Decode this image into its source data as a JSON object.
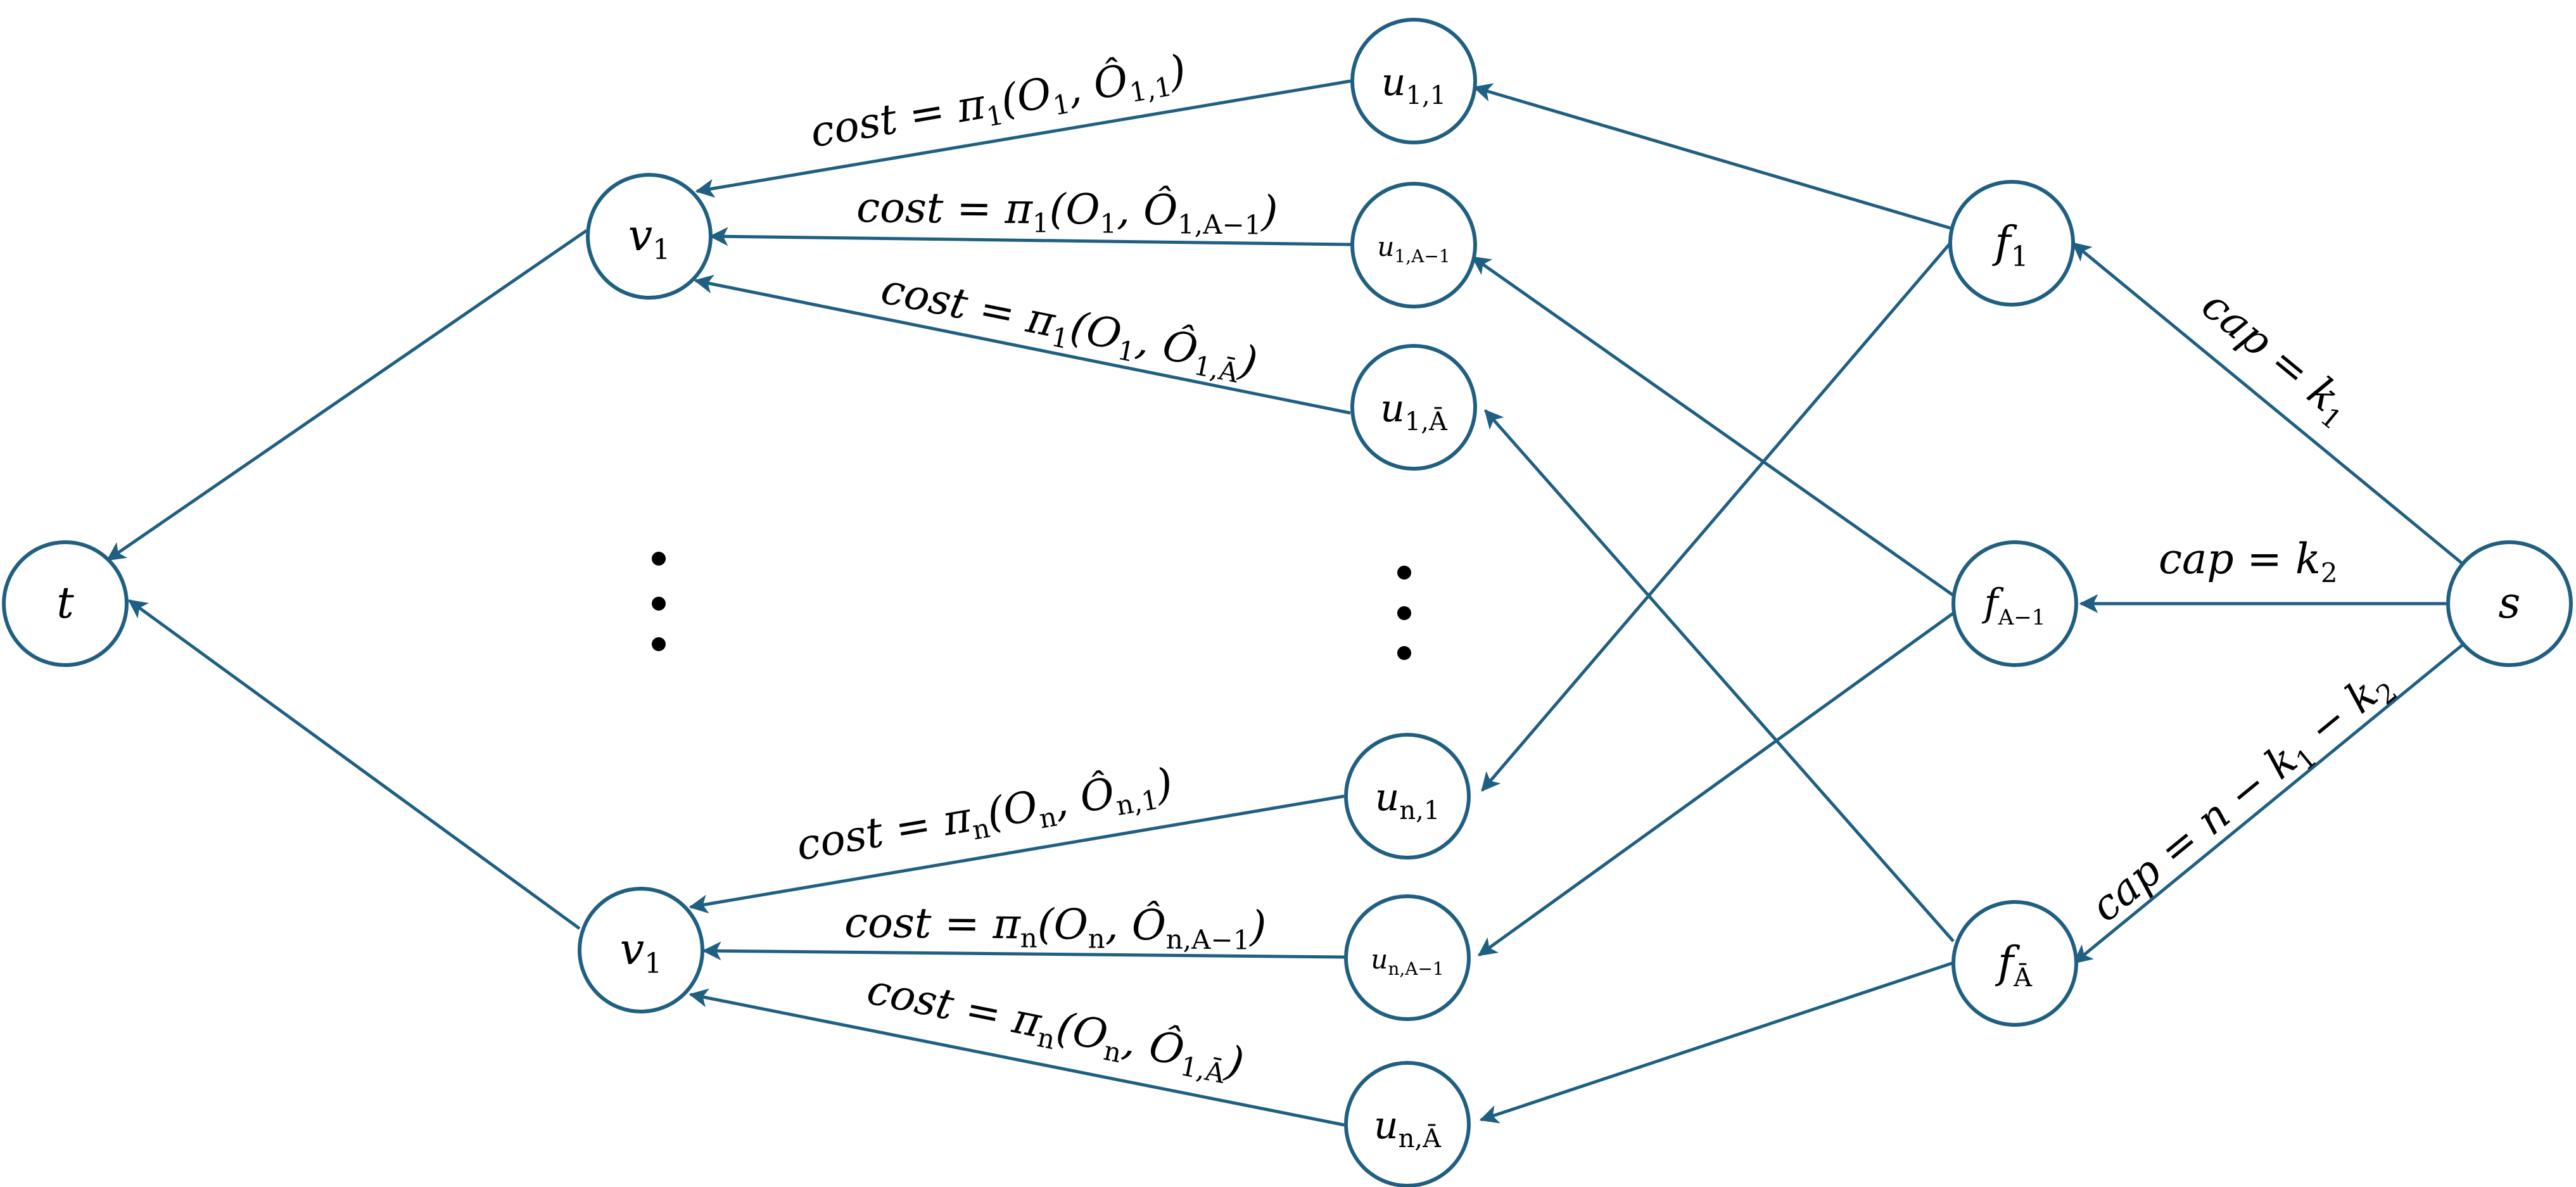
{
  "colors": {
    "edge": "#1f5f82",
    "node_fill": "#ffffff",
    "text": "#000000"
  },
  "nodes": {
    "t": {
      "base": "t"
    },
    "v1_top": {
      "base": "v",
      "sub": "1"
    },
    "v1_bot": {
      "base": "v",
      "sub": "1"
    },
    "u11": {
      "base": "u",
      "sub": "1,1"
    },
    "u1A1": {
      "base": "u",
      "sub": "1,A−1"
    },
    "u1Ab": {
      "base": "u",
      "sub": "1,Ā"
    },
    "un1": {
      "base": "u",
      "sub": "n,1"
    },
    "unA1": {
      "base": "u",
      "sub": "n,A−1"
    },
    "unAb": {
      "base": "u",
      "sub": "n,Ā"
    },
    "f1": {
      "base": "f",
      "sub": "1"
    },
    "fA1": {
      "base": "f",
      "sub": "A−1"
    },
    "fAb": {
      "base": "f",
      "sub": "Ā"
    },
    "s": {
      "base": "s"
    }
  },
  "edge_labels": {
    "c1": {
      "pre": "cost = π",
      "pi_sub": "1",
      "mid": "(O",
      "o_sub": "1",
      "comma": ", Ô",
      "hat_sub": "1,1",
      "close": ")"
    },
    "c2": {
      "pre": "cost = π",
      "pi_sub": "1",
      "mid": "(O",
      "o_sub": "1",
      "comma": ", Ô",
      "hat_sub": "1,A−1",
      "close": ")"
    },
    "c3": {
      "pre": "cost = π",
      "pi_sub": "1",
      "mid": "(O",
      "o_sub": "1",
      "comma": ", Ô",
      "hat_sub": "1,Ā",
      "close": ")"
    },
    "c4": {
      "pre": "cost = π",
      "pi_sub": "n",
      "mid": "(O",
      "o_sub": "n",
      "comma": ", Ô",
      "hat_sub": "n,1",
      "close": ")"
    },
    "c5": {
      "pre": "cost = π",
      "pi_sub": "n",
      "mid": "(O",
      "o_sub": "n",
      "comma": ", Ô",
      "hat_sub": "n,A−1",
      "close": ")"
    },
    "c6": {
      "pre": "cost = π",
      "pi_sub": "n",
      "mid": "(O",
      "o_sub": "n",
      "comma": ", Ô",
      "hat_sub": "1,Ā",
      "close": ")"
    },
    "cap1": {
      "pre": "cap  = k",
      "sub": "1"
    },
    "cap2": {
      "pre": "cap  = k",
      "sub": "2"
    },
    "cap3": {
      "pre": "cap = n − k",
      "sub1": "1",
      "mid": " − k",
      "sub2": "2"
    }
  }
}
